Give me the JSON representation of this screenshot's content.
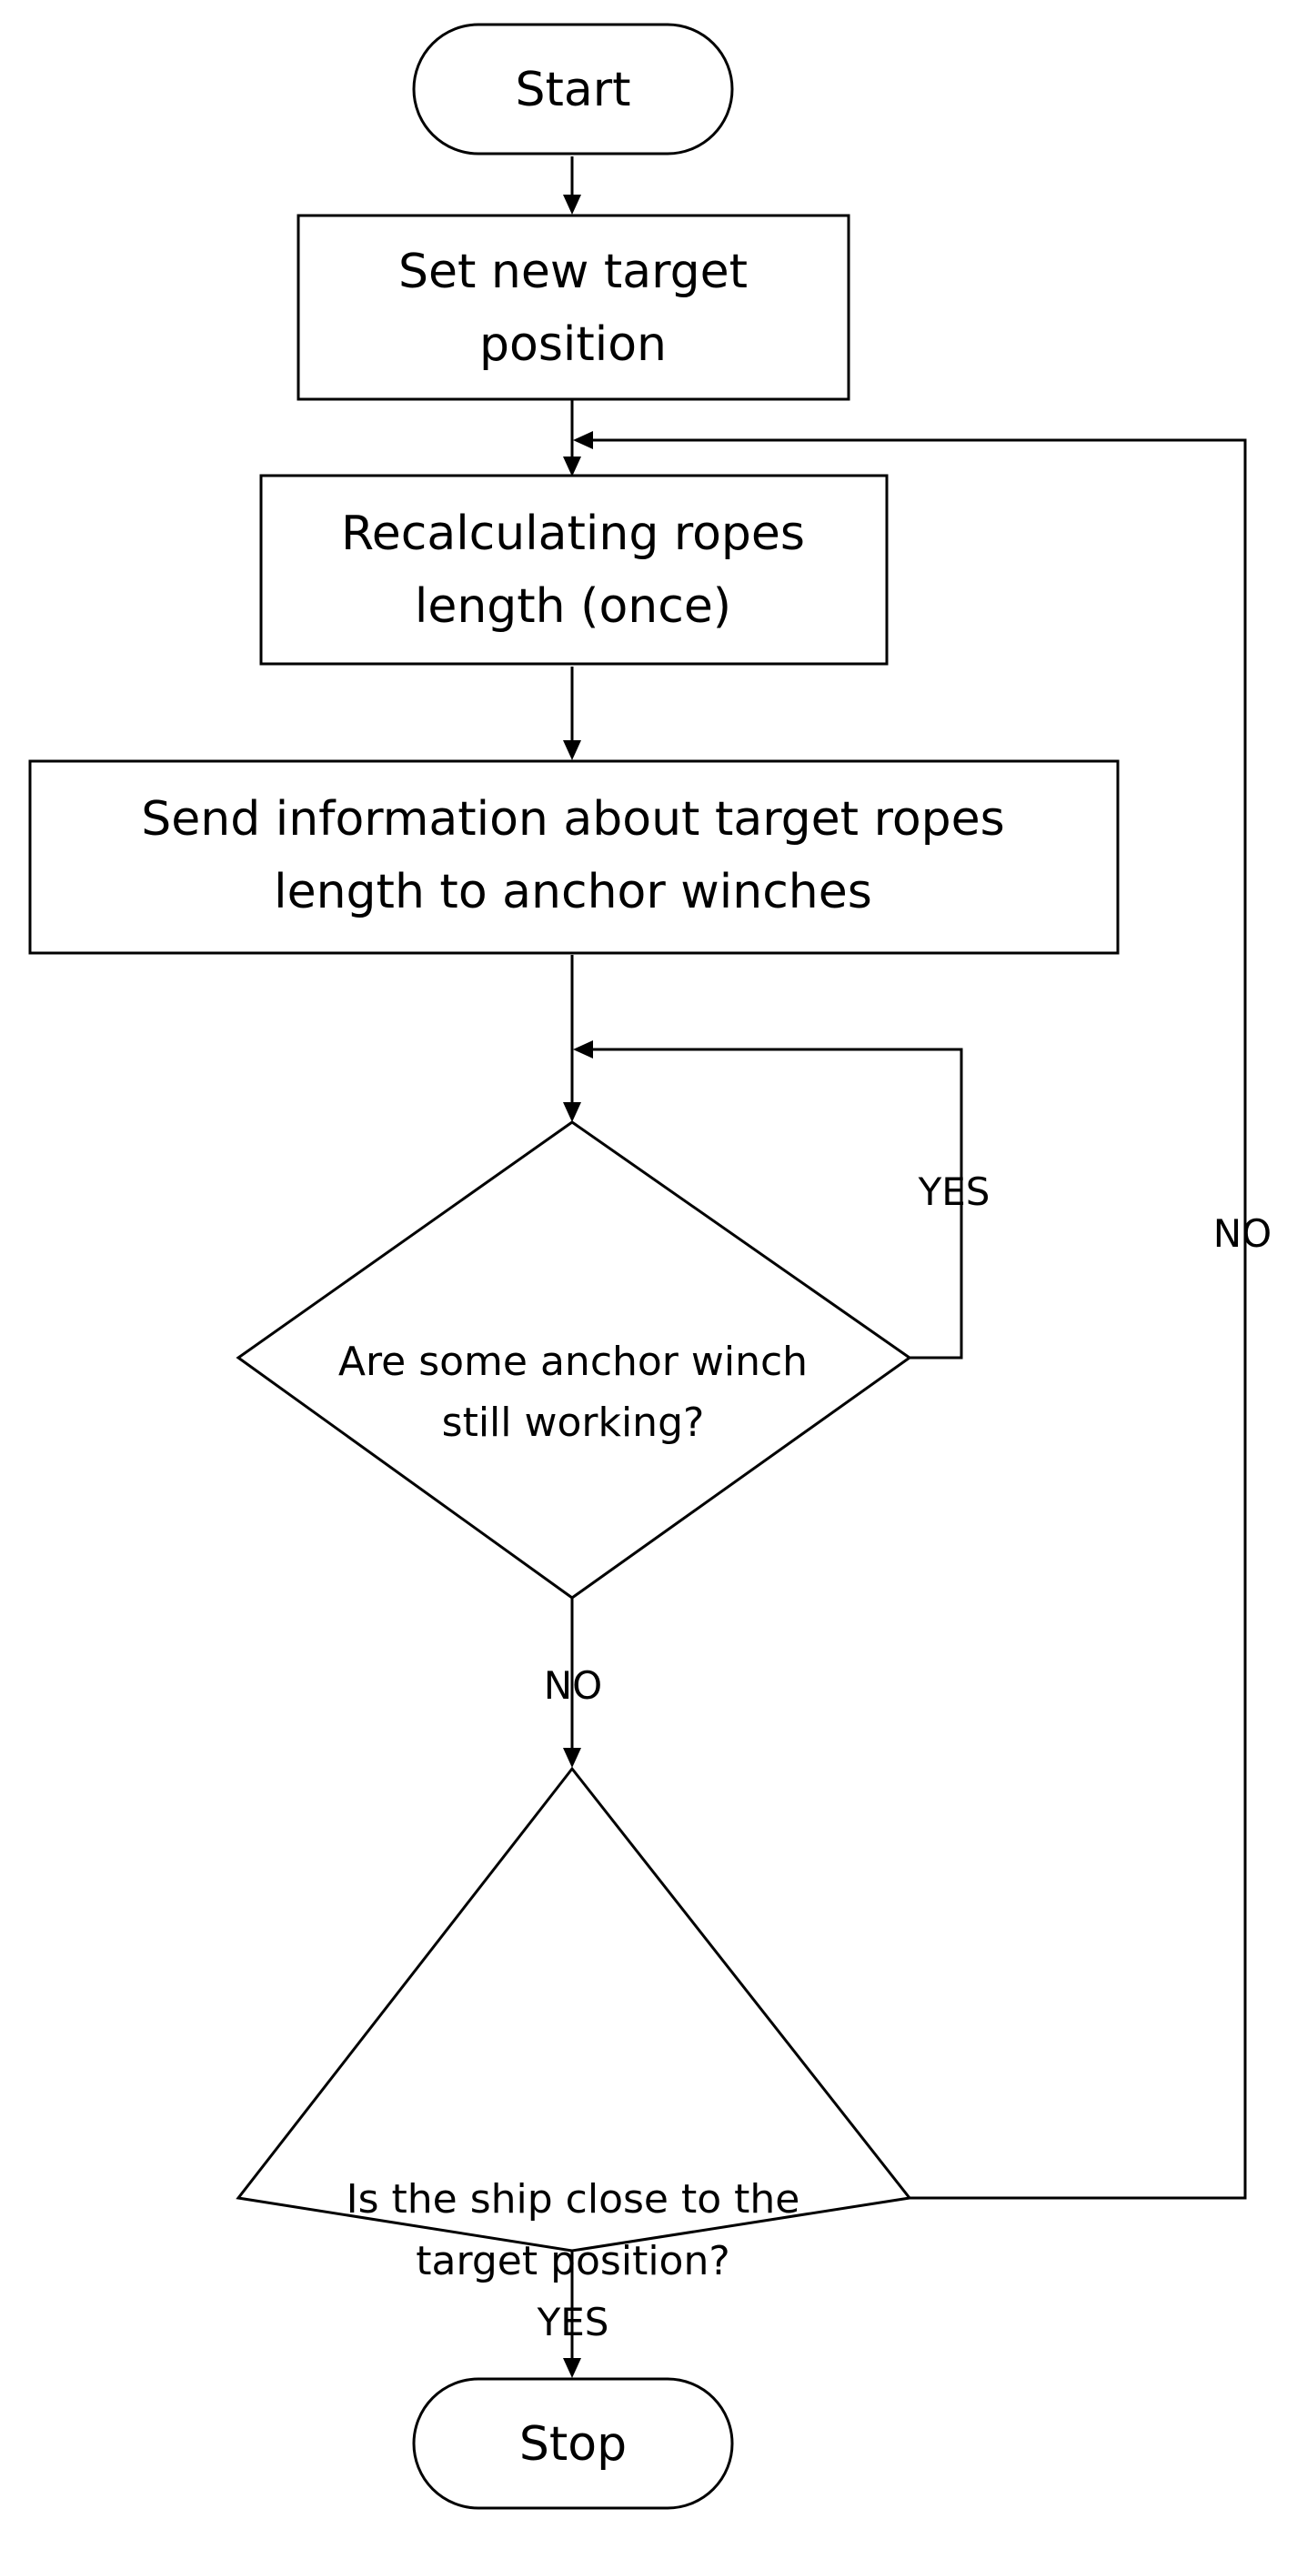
{
  "nodes": {
    "start": {
      "text": "Start"
    },
    "set_target": {
      "lines": [
        "Set new target",
        "position"
      ]
    },
    "recalc": {
      "lines": [
        "Recalculating ropes",
        "length (once)"
      ]
    },
    "send_info": {
      "lines": [
        "Send information about target ropes",
        "length to anchor winches"
      ]
    },
    "winch_check": {
      "lines": [
        "Are some anchor winch",
        "still working?"
      ]
    },
    "ship_check": {
      "lines": [
        "Is the ship close to the",
        "target position?"
      ]
    },
    "stop": {
      "text": "Stop"
    }
  },
  "edge_labels": {
    "winch_yes": "YES",
    "winch_no": "NO",
    "ship_no": "NO",
    "ship_yes": "YES"
  }
}
